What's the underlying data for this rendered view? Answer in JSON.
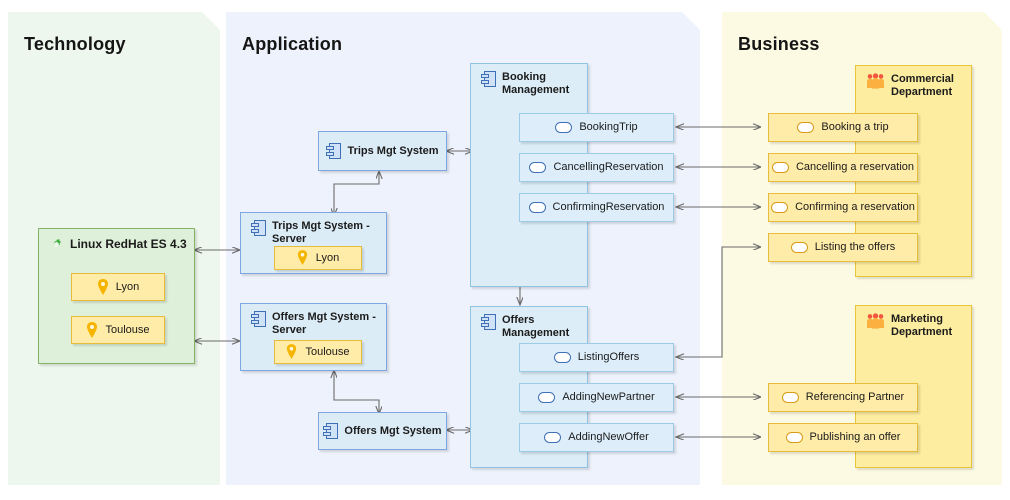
{
  "layers": [
    {
      "id": "technology",
      "title": "Technology",
      "color": "#eef7ee"
    },
    {
      "id": "application",
      "title": "Application",
      "color": "#eef2fc"
    },
    {
      "id": "business",
      "title": "Business",
      "color": "#fdfae3"
    }
  ],
  "technology": {
    "node": {
      "label": "Linux RedHat ES 4.3",
      "icon": "gear-icon"
    },
    "locations": [
      {
        "label": "Lyon",
        "icon": "map-pin-icon"
      },
      {
        "label": "Toulouse",
        "icon": "map-pin-icon"
      }
    ]
  },
  "application": {
    "components": [
      {
        "id": "trips-mgt-system",
        "label": "Trips Mgt System",
        "icon": "component-icon"
      },
      {
        "id": "trips-mgt-system-server",
        "label": "Trips Mgt System - Server",
        "icon": "component-icon",
        "location": {
          "label": "Lyon",
          "icon": "map-pin-icon"
        }
      },
      {
        "id": "offers-mgt-system-server",
        "label": "Offers Mgt System - Server",
        "icon": "component-icon",
        "location": {
          "label": "Toulouse",
          "icon": "map-pin-icon"
        }
      },
      {
        "id": "offers-mgt-system",
        "label": "Offers Mgt System",
        "icon": "component-icon"
      }
    ],
    "groups": [
      {
        "id": "booking-management",
        "label": "Booking\nManagement",
        "icon": "component-icon",
        "services": [
          {
            "label": "BookingTrip",
            "icon": "service-icon"
          },
          {
            "label": "CancellingReservation",
            "icon": "service-icon"
          },
          {
            "label": "ConfirmingReservation",
            "icon": "service-icon"
          }
        ]
      },
      {
        "id": "offers-management",
        "label": "Offers Management",
        "icon": "component-icon",
        "services": [
          {
            "label": "ListingOffers",
            "icon": "service-icon"
          },
          {
            "label": "AddingNewPartner",
            "icon": "service-icon"
          },
          {
            "label": "AddingNewOffer",
            "icon": "service-icon"
          }
        ]
      }
    ]
  },
  "business": {
    "departments": [
      {
        "id": "commercial-department",
        "label": "Commercial\nDepartment",
        "icon": "people-icon",
        "services": [
          {
            "label": "Booking a trip",
            "icon": "service-icon"
          },
          {
            "label": "Cancelling a reservation",
            "icon": "service-icon"
          },
          {
            "label": "Confirming a reservation",
            "icon": "service-icon"
          },
          {
            "label": "Listing the offers",
            "icon": "service-icon"
          }
        ]
      },
      {
        "id": "marketing-department",
        "label": "Marketing\nDepartment",
        "icon": "people-icon",
        "services": [
          {
            "label": "Referencing Partner",
            "icon": "service-icon"
          },
          {
            "label": "Publishing an offer",
            "icon": "service-icon"
          }
        ]
      }
    ]
  },
  "colors": {
    "technology_fill": "#eef7ee",
    "application_fill": "#eef2fc",
    "business_fill": "#fdfae3",
    "tech_node": "#dff0da",
    "tech_border": "#82b366",
    "app_node": "#dcecf7",
    "app_border": "#7ea6e0",
    "biz_node": "#ffeca8",
    "biz_border": "#e8bb3a",
    "connector": "#6b6b6b"
  }
}
